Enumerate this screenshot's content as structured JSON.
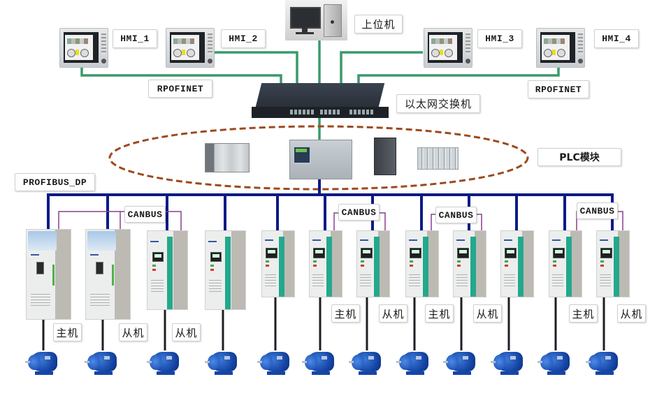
{
  "diagram": {
    "title": "PLC PROFINET / PROFIBUS-DP / CANBUS drive control topology",
    "colors": {
      "ethernet": "#3a9a6a",
      "profibus": "#0a1a86",
      "canbus": "#8a3f8f",
      "motor_cable": "#1e1e24",
      "plc_group_outline": "#9c4a1e"
    },
    "top": {
      "host_pc": {
        "label": "上位机",
        "icon": "desktop-computer-icon"
      },
      "hmis": [
        {
          "label": "HMI_1",
          "icon": "hmi-panel-icon"
        },
        {
          "label": "HMI_2",
          "icon": "hmi-panel-icon"
        },
        {
          "label": "HMI_3",
          "icon": "hmi-panel-icon"
        },
        {
          "label": "HMI_4",
          "icon": "hmi-panel-icon"
        }
      ],
      "network_labels": [
        "RPOFINET",
        "RPOFINET"
      ],
      "switch": {
        "label": "以太网交换机",
        "icon": "ethernet-switch-icon"
      }
    },
    "plc_group": {
      "label": "PLC模块",
      "modules": [
        {
          "name": "distributed-io",
          "icon": "io-module-icon"
        },
        {
          "name": "cpu",
          "icon": "plc-cpu-icon"
        },
        {
          "name": "soft-starter",
          "icon": "soft-starter-icon"
        },
        {
          "name": "io-rack",
          "icon": "io-rack-icon"
        }
      ]
    },
    "fieldbus": {
      "label": "PROFIBUS_DP"
    },
    "canbus_label": "CANBUS",
    "drive_count": 12,
    "canbus_groups": [
      {
        "label": "CANBUS",
        "drives": [
          1,
          2,
          3
        ]
      },
      {
        "label": "CANBUS",
        "drives": [
          6,
          7
        ]
      },
      {
        "label": "CANBUS",
        "drives": [
          8,
          9
        ]
      },
      {
        "label": "CANBUS",
        "drives": [
          11,
          12
        ]
      }
    ],
    "role_labels": [
      {
        "drive": 1,
        "label": "主机"
      },
      {
        "drive": 2,
        "label": "从机"
      },
      {
        "drive": 3,
        "label": "从机"
      },
      {
        "drive": 6,
        "label": "主机"
      },
      {
        "drive": 7,
        "label": "从机"
      },
      {
        "drive": 8,
        "label": "主机"
      },
      {
        "drive": 9,
        "label": "从机"
      },
      {
        "drive": 11,
        "label": "主机"
      },
      {
        "drive": 12,
        "label": "从机"
      }
    ],
    "icons": {
      "drive": "frequency-inverter-icon",
      "motor": "electric-motor-icon"
    }
  }
}
